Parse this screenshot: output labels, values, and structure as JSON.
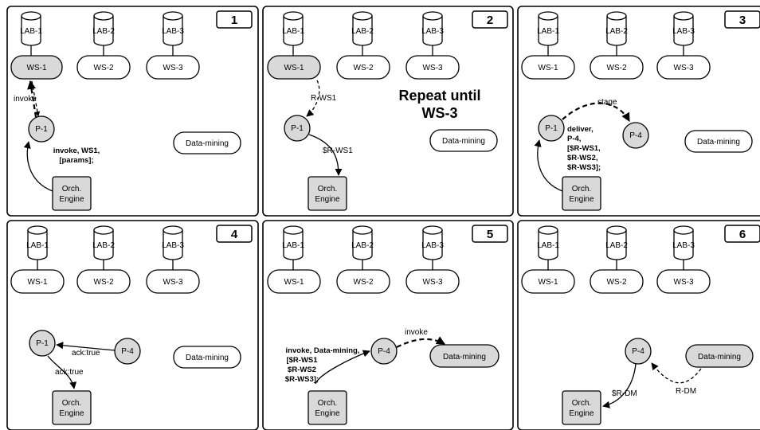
{
  "labs": [
    "LAB-1",
    "LAB-2",
    "LAB-3"
  ],
  "web_services": [
    "WS-1",
    "WS-2",
    "WS-3"
  ],
  "panels": [
    {
      "number": "1",
      "process": "P-1",
      "engine_line1": "Orch.",
      "engine_line2": "Engine",
      "datamining": "Data-mining",
      "arrow_label": "invoke",
      "command": [
        "invoke, WS1,",
        "[params];"
      ]
    },
    {
      "number": "2",
      "process": "P-1",
      "engine_line1": "Orch.",
      "engine_line2": "Engine",
      "datamining": "Data-mining",
      "arrow_label_1": "R-WS1",
      "arrow_label_2": "$R-WS1",
      "note": [
        "Repeat until",
        "WS-3"
      ]
    },
    {
      "number": "3",
      "process": "P-1",
      "process_2": "P-4",
      "engine_line1": "Orch.",
      "engine_line2": "Engine",
      "datamining": "Data-mining",
      "arrow_label": "stage",
      "command": [
        "deliver,",
        "P-4,",
        "[$R-WS1,",
        "$R-WS2,",
        "$R-WS3];"
      ]
    },
    {
      "number": "4",
      "process": "P-1",
      "process_2": "P-4",
      "engine_line1": "Orch.",
      "engine_line2": "Engine",
      "datamining": "Data-mining",
      "arrow_label_1": "ack:true",
      "arrow_label_2": "ack:true"
    },
    {
      "number": "5",
      "process": "P-4",
      "engine_line1": "Orch.",
      "engine_line2": "Engine",
      "datamining": "Data-mining",
      "arrow_label": "invoke",
      "command": [
        "invoke, Data-mining,",
        "[$R-WS1",
        "$R-WS2",
        "$R-WS3];"
      ]
    },
    {
      "number": "6",
      "process": "P-4",
      "engine_line1": "Orch.",
      "engine_line2": "Engine",
      "datamining": "Data-mining",
      "arrow_label_1": "$R-DM",
      "arrow_label_2": "R-DM"
    }
  ]
}
